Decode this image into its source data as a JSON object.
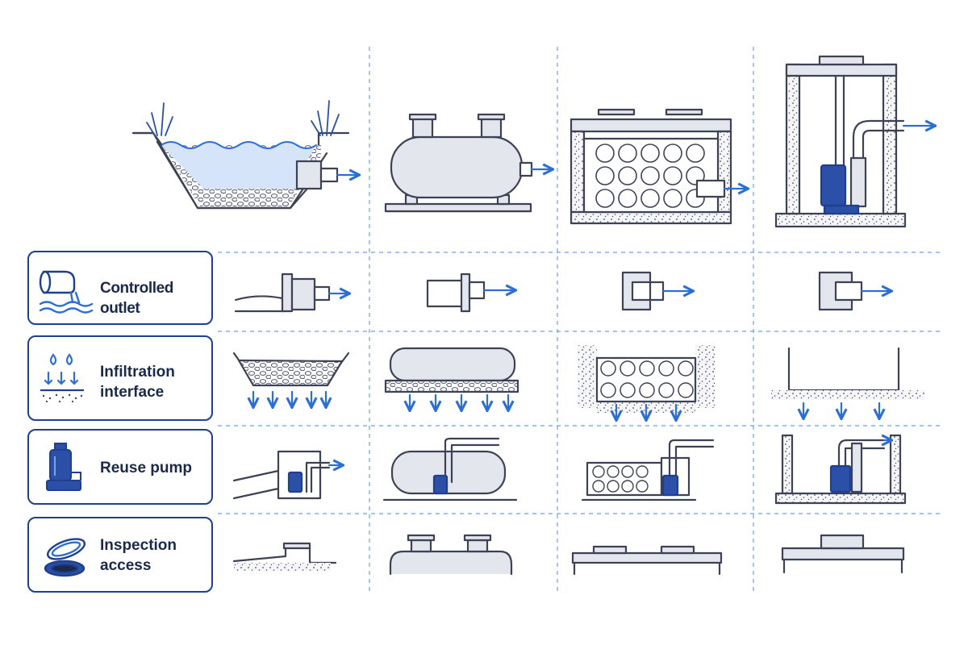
{
  "row_labels": {
    "controlled_outlet": "Controlled outlet",
    "infiltration_interface_line1": "Infiltration",
    "infiltration_interface_line2": "interface",
    "reuse_pump": "Reuse pump",
    "inspection_access_line1": "Inspection",
    "inspection_access_line2": "access"
  },
  "icons": {
    "controlled_outlet": "pipe-discharge-icon",
    "infiltration_interface": "droplets-soil-icon",
    "reuse_pump": "submersible-pump-icon",
    "inspection_access": "manhole-cover-icon"
  },
  "colors": {
    "line": "#3d4254",
    "dark_blue": "#1f3f8f",
    "accent_blue": "#2b6fd6",
    "grid_dash": "#6f9ee6",
    "fill_grey": "#e4e6ee",
    "water": "#d6e4fa",
    "pump": "#2c4fa8"
  }
}
